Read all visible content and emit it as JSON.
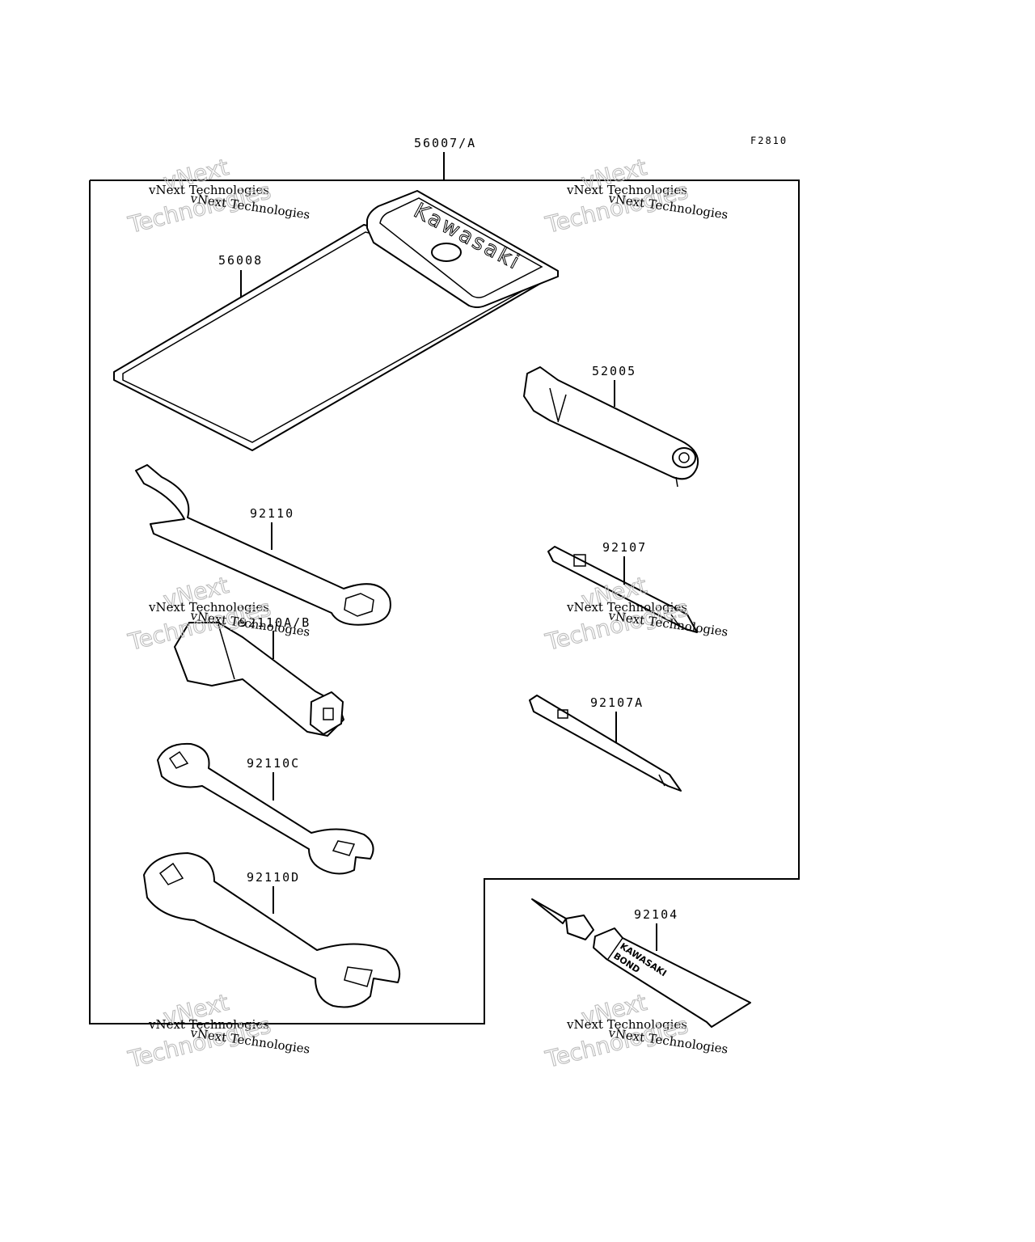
{
  "figure_code": "F2810",
  "assembly_label": "56007/A",
  "parts": {
    "pouch": "56008",
    "spark_plug_wrench": "52005",
    "spanner_92110": "92110",
    "socket_92110ab": "92110A/B",
    "screwdriver_92107": "92107",
    "screwdriver_92107a": "92107A",
    "wrench_92110c": "92110C",
    "wrench_92110d": "92110D",
    "bond_tube": "92104"
  },
  "logos": {
    "pouch_logo": "Kawasaki",
    "tube_logo_line1": "KAWASAKI",
    "tube_logo_line2": "BOND"
  },
  "watermark": {
    "line1": "vNext",
    "line2": "vNext Technologies",
    "line3": "Technologies",
    "overlay": "vNext Technologies"
  }
}
